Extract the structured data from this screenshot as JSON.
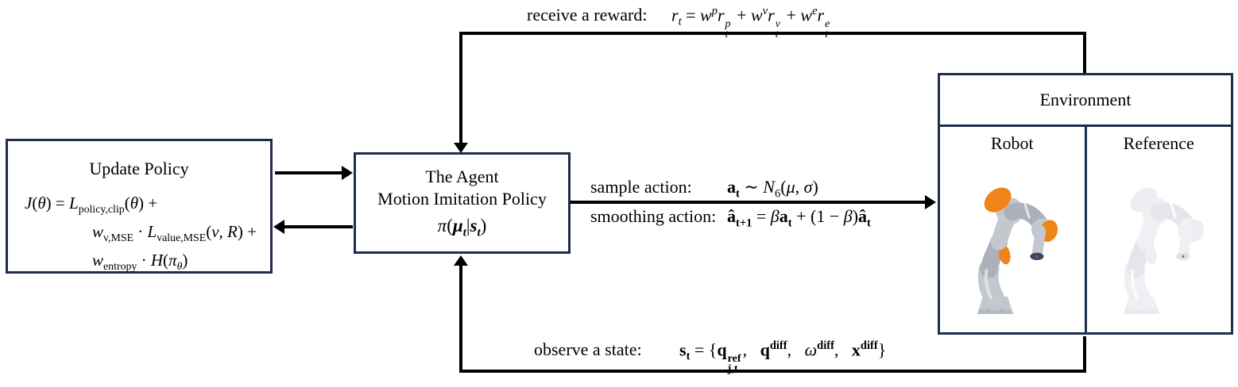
{
  "colors": {
    "box_border": "#1d2c4f",
    "arrow_line": "#000000",
    "kuka_orange": "#f08419"
  },
  "reward": {
    "label": "receive a reward:",
    "formula_html": "<i>r</i><sub class='i'>t</sub> = <i>w</i><sup class='i'>p</sup><i>r</i><span class='ss i'><span>p</span><span>t</span></span> + <i>w</i><sup class='i'>v</sup><i>r</i><span class='ss i'><span>v</span><span>t</span></span> + <i>w</i><sup class='i'>e</sup><i>r</i><span class='ss i'><span>e</span><span>t</span></span>"
  },
  "update_policy": {
    "title": "Update Policy",
    "eq_line1_html": "<i>J</i>(<i>θ</i>) = <i>L</i><sub>policy,clip</sub>(<i>θ</i>) +",
    "eq_line2_html": "<i>w</i><sub>v,MSE</sub> · <i>L</i><sub>value,MSE</sub>(<i>v</i>, <i>R</i>) +",
    "eq_line3_html": "<i>w</i><sub>entropy</sub> · <i>H</i>(<i>π</i><sub class='i'>θ</sub>)"
  },
  "agent": {
    "line1": "The Agent",
    "line2": "Motion Imitation Policy",
    "formula_html": "<i>π</i>(<span class='bi'>μ</span><sub class='bi'>t</sub>|<span class='bi'>s</span><sub class='bi'>t</sub>)"
  },
  "sample_action": {
    "label": "sample action:",
    "formula_html": "<span class='b'>a</span><sub class='b'>t</sub> ∼ <i>N</i><sub>6</sub>(<i>μ</i>, <i>σ</i>)"
  },
  "smoothing_action": {
    "label": "smoothing action:",
    "formula_html": "<span class='b'>â</span><sub class='b'>t+1</sub> = <i>β</i><span class='b'>a</span><sub class='b'>t</sub> + (1 − <i>β</i>)<span class='b'>â</span><sub class='b'>t</sub>"
  },
  "observe_state": {
    "label": "observe a state:",
    "formula_html": "<span class='b'>s</span><sub class='b'>t</sub> = {<span class='b'>q</span><span class='ss b'><span>ref</span><span>j,t</span></span>,&nbsp;&nbsp;&nbsp;<span class='b'>q</span><sup class='b'>diff</sup>,&nbsp;&nbsp;&nbsp;<i>ω</i><sup class='b'>diff</sup>,&nbsp;&nbsp;&nbsp;<span class='b'>x</span><sup class='b'>diff</sup>}"
  },
  "environment": {
    "title": "Environment",
    "robot_label": "Robot",
    "reference_label": "Reference",
    "robot_image": "kuka-robot-arm",
    "reference_image": "kuka-robot-arm-ghost"
  }
}
